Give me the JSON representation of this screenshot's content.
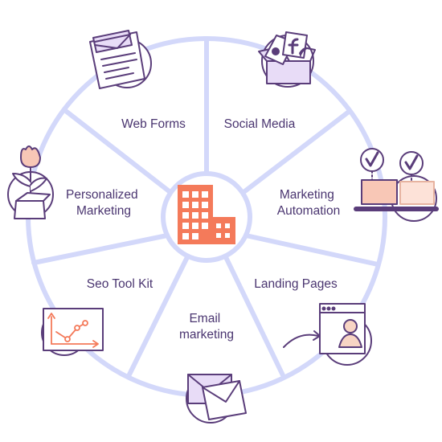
{
  "segments": [
    {
      "id": "web-forms",
      "label_lines": [
        "Web Forms"
      ],
      "icon": "web-form-icon"
    },
    {
      "id": "social-media",
      "label_lines": [
        "Social Media"
      ],
      "icon": "social-media-box-icon"
    },
    {
      "id": "marketing-automation",
      "label_lines": [
        "Marketing",
        "Automation"
      ],
      "icon": "automation-conveyor-icon"
    },
    {
      "id": "landing-pages",
      "label_lines": [
        "Landing Pages"
      ],
      "icon": "landing-page-browser-icon"
    },
    {
      "id": "email-marketing",
      "label_lines": [
        "Email",
        "marketing"
      ],
      "icon": "envelopes-icon"
    },
    {
      "id": "seo-tool-kit",
      "label_lines": [
        "Seo Tool Kit"
      ],
      "icon": "seo-chart-icon"
    },
    {
      "id": "personalized-marketing",
      "label_lines": [
        "Personalized",
        "Marketing"
      ],
      "icon": "flower-box-icon"
    }
  ],
  "center_icon": "building-icon",
  "colors": {
    "wheel": "#d3d8fa",
    "label": "#4a3570",
    "icon_stroke": "#5a3d7a",
    "icon_fill": "#e8dcf7",
    "accent": "#f47a5a"
  }
}
